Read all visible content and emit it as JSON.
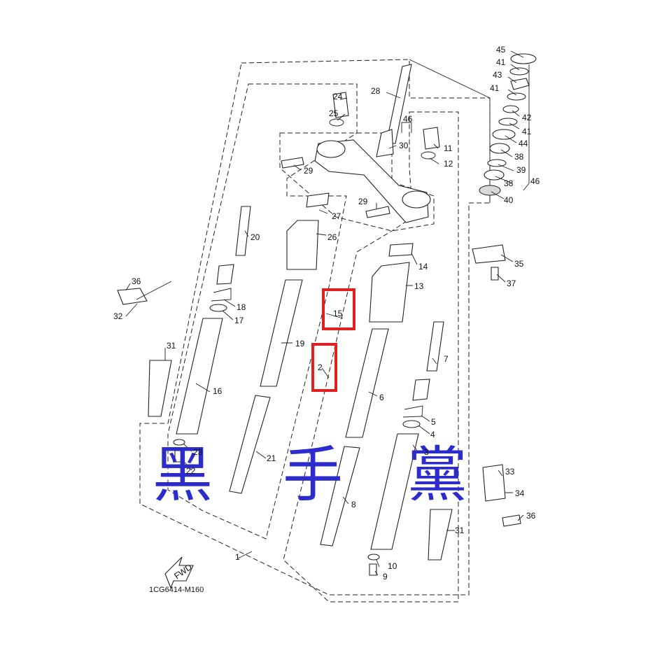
{
  "diagram": {
    "code": "1CG6414-M160",
    "fwd_label": "FWD",
    "watermark": [
      "黑",
      "手",
      "黨"
    ],
    "highlight_color": "#e0201e",
    "watermark_color": "#2c2ccc",
    "callouts": [
      {
        "id": "c45",
        "text": "45"
      },
      {
        "id": "c41a",
        "text": "41"
      },
      {
        "id": "c43",
        "text": "43"
      },
      {
        "id": "c41b",
        "text": "41"
      },
      {
        "id": "c42",
        "text": "42"
      },
      {
        "id": "c41c",
        "text": "41"
      },
      {
        "id": "c44",
        "text": "44"
      },
      {
        "id": "c38a",
        "text": "38"
      },
      {
        "id": "c39",
        "text": "39"
      },
      {
        "id": "c38b",
        "text": "38"
      },
      {
        "id": "c46r",
        "text": "46"
      },
      {
        "id": "c40",
        "text": "40"
      },
      {
        "id": "c28",
        "text": "28"
      },
      {
        "id": "c24",
        "text": "24"
      },
      {
        "id": "c25",
        "text": "25"
      },
      {
        "id": "c46m",
        "text": "46"
      },
      {
        "id": "c30",
        "text": "30"
      },
      {
        "id": "c11",
        "text": "11"
      },
      {
        "id": "c12",
        "text": "12"
      },
      {
        "id": "c29a",
        "text": "29"
      },
      {
        "id": "c29b",
        "text": "29"
      },
      {
        "id": "c27",
        "text": "27"
      },
      {
        "id": "c26",
        "text": "26"
      },
      {
        "id": "c20",
        "text": "20"
      },
      {
        "id": "c14",
        "text": "14"
      },
      {
        "id": "c35",
        "text": "35"
      },
      {
        "id": "c37",
        "text": "37"
      },
      {
        "id": "c36a",
        "text": "36"
      },
      {
        "id": "c32",
        "text": "32"
      },
      {
        "id": "c18",
        "text": "18"
      },
      {
        "id": "c17",
        "text": "17"
      },
      {
        "id": "c13",
        "text": "13"
      },
      {
        "id": "c15",
        "text": "15"
      },
      {
        "id": "c19",
        "text": "19"
      },
      {
        "id": "c31a",
        "text": "31"
      },
      {
        "id": "c7",
        "text": "7"
      },
      {
        "id": "c2",
        "text": "2"
      },
      {
        "id": "c16",
        "text": "16"
      },
      {
        "id": "c6",
        "text": "6"
      },
      {
        "id": "c5",
        "text": "5"
      },
      {
        "id": "c4",
        "text": "4"
      },
      {
        "id": "c23",
        "text": "23"
      },
      {
        "id": "c3",
        "text": "3"
      },
      {
        "id": "c22",
        "text": "22"
      },
      {
        "id": "c21",
        "text": "21"
      },
      {
        "id": "c33",
        "text": "33"
      },
      {
        "id": "c34",
        "text": "34"
      },
      {
        "id": "c8",
        "text": "8"
      },
      {
        "id": "c36b",
        "text": "36"
      },
      {
        "id": "c31b",
        "text": "31"
      },
      {
        "id": "c1",
        "text": "1"
      },
      {
        "id": "c10",
        "text": "10"
      },
      {
        "id": "c9",
        "text": "9"
      }
    ]
  }
}
